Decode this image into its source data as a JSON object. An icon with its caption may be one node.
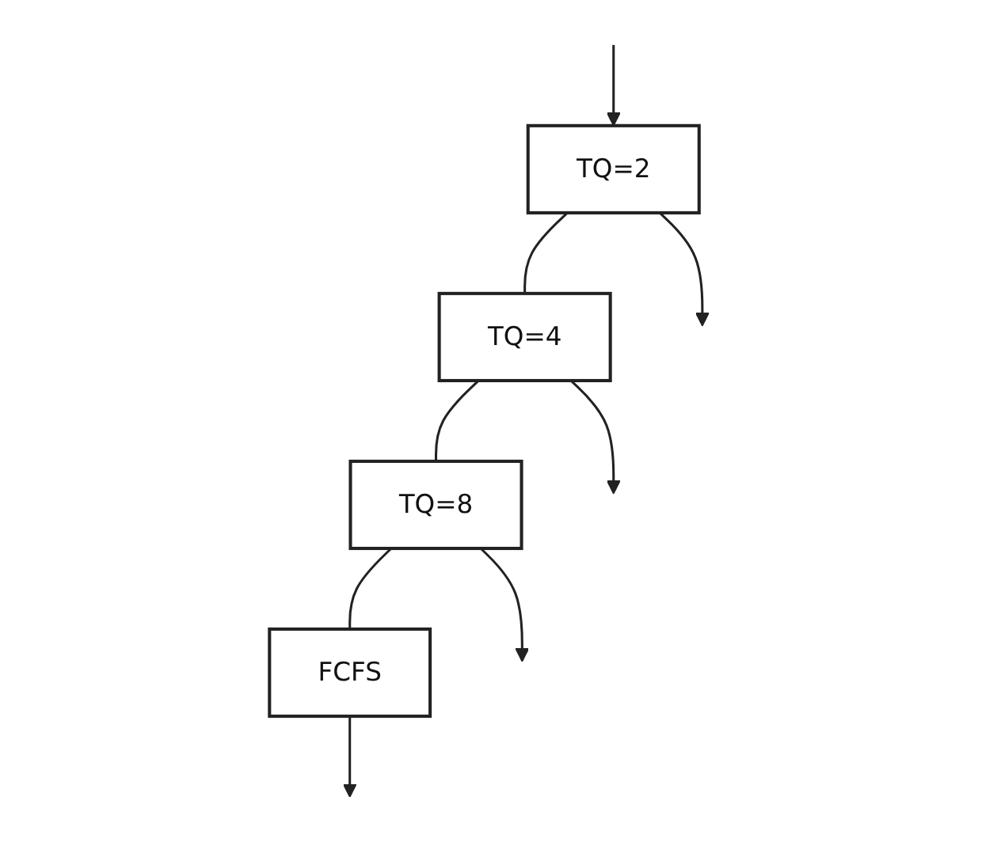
{
  "diagram": {
    "nodes": [
      {
        "text": [
          "TQ=2"
        ]
      },
      {
        "text": [
          "TQ=4"
        ]
      },
      {
        "text": [
          "TQ=8"
        ]
      },
      {
        "text": [
          "FCFS"
        ]
      }
    ],
    "edges": [
      {
        "from": null,
        "to": 0,
        "arrow": "to"
      },
      {
        "from": 0,
        "to": null,
        "arrow": "to"
      },
      {
        "from": 0,
        "to": 1,
        "arrow": "none"
      },
      {
        "from": 1,
        "to": null,
        "arrow": "to"
      },
      {
        "from": 1,
        "to": 2,
        "arrow": "none"
      },
      {
        "from": 2,
        "to": null,
        "arrow": "to"
      },
      {
        "from": 2,
        "to": 3,
        "arrow": "none"
      },
      {
        "from": 3,
        "to": null,
        "arrow": "to"
      }
    ]
  }
}
